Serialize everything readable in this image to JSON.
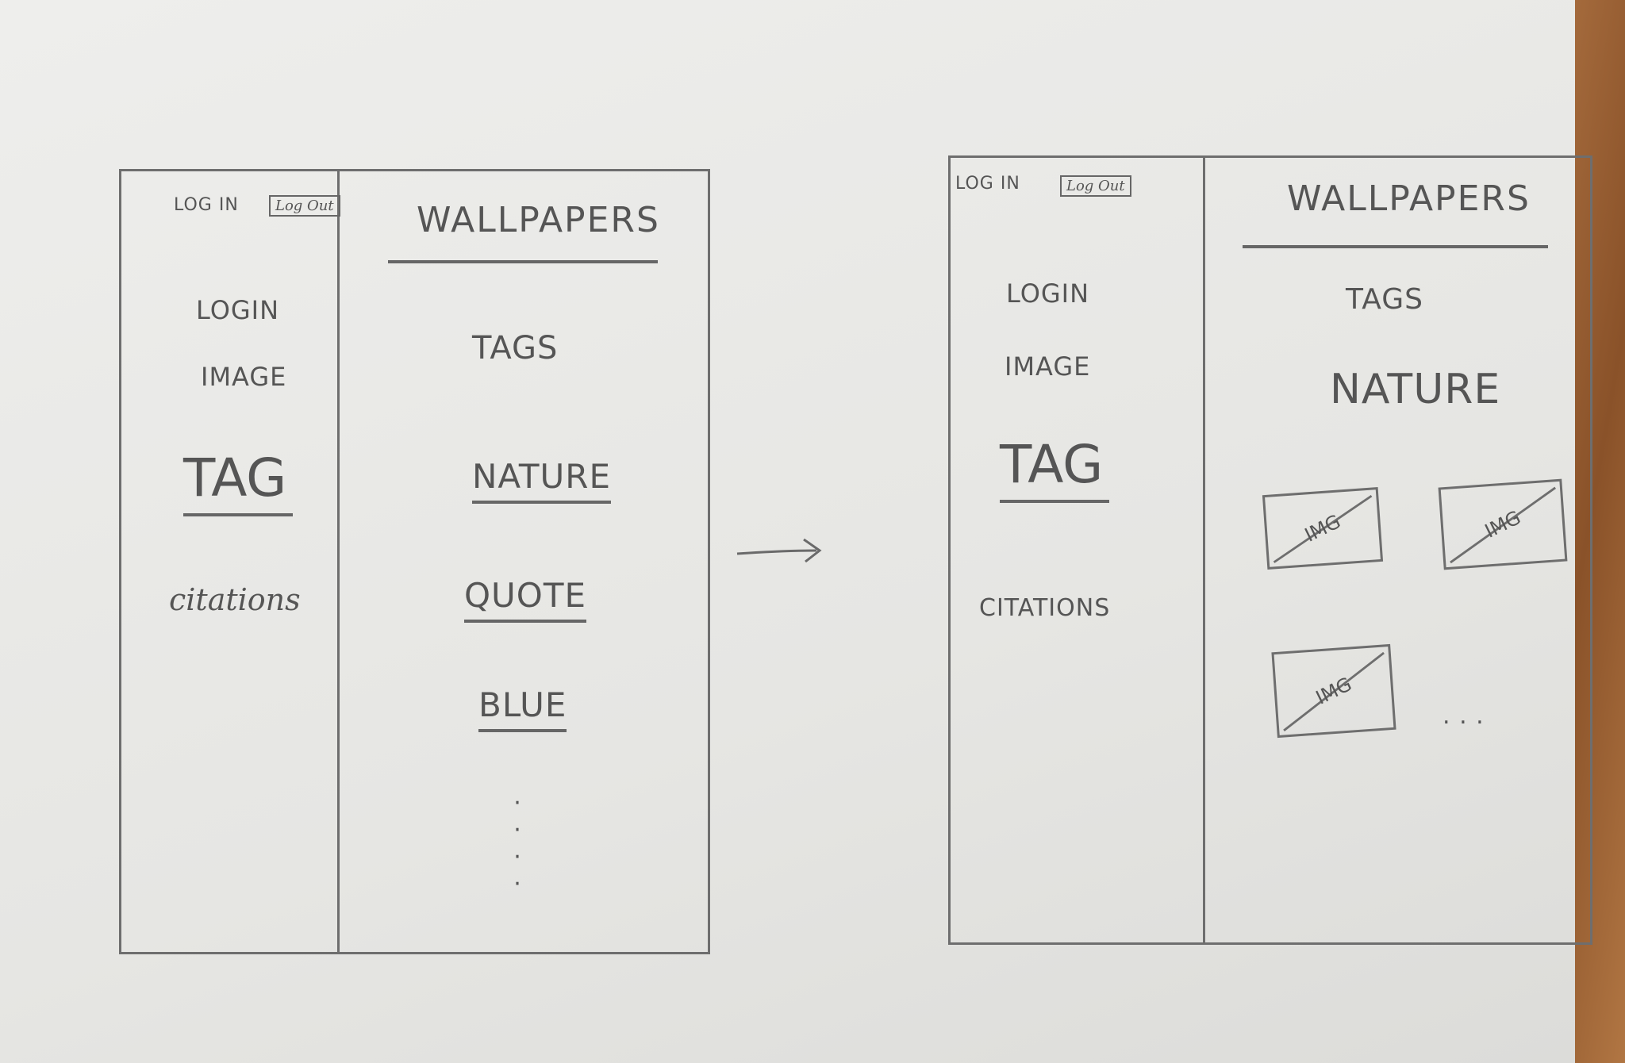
{
  "sketch_left": {
    "sidebar": {
      "login_link": "LOG IN",
      "logout_button": "Log Out",
      "items": [
        "LOGIN",
        "IMAGE",
        "TAG",
        "citations"
      ]
    },
    "main": {
      "title": "WALLPAPERS",
      "tags_heading": "TAGS",
      "tags": [
        "NATURE",
        "QUOTE",
        "BLUE"
      ],
      "more": "·\n·\n·\n·"
    }
  },
  "sketch_right": {
    "sidebar": {
      "login_link": "LOG IN",
      "logout_button": "Log Out",
      "items": [
        "LOGIN",
        "IMAGE",
        "TAG",
        "CITATIONS"
      ]
    },
    "main": {
      "title": "WALLPAPERS",
      "tags_heading": "TAGS",
      "selected_tag": "NATURE",
      "images": [
        "IMG",
        "IMG",
        "IMG"
      ],
      "more": ". . ."
    }
  },
  "colors": {
    "paper": "#e7e7e4",
    "pencil": "#6e6e6e",
    "table": "#8a5229"
  }
}
